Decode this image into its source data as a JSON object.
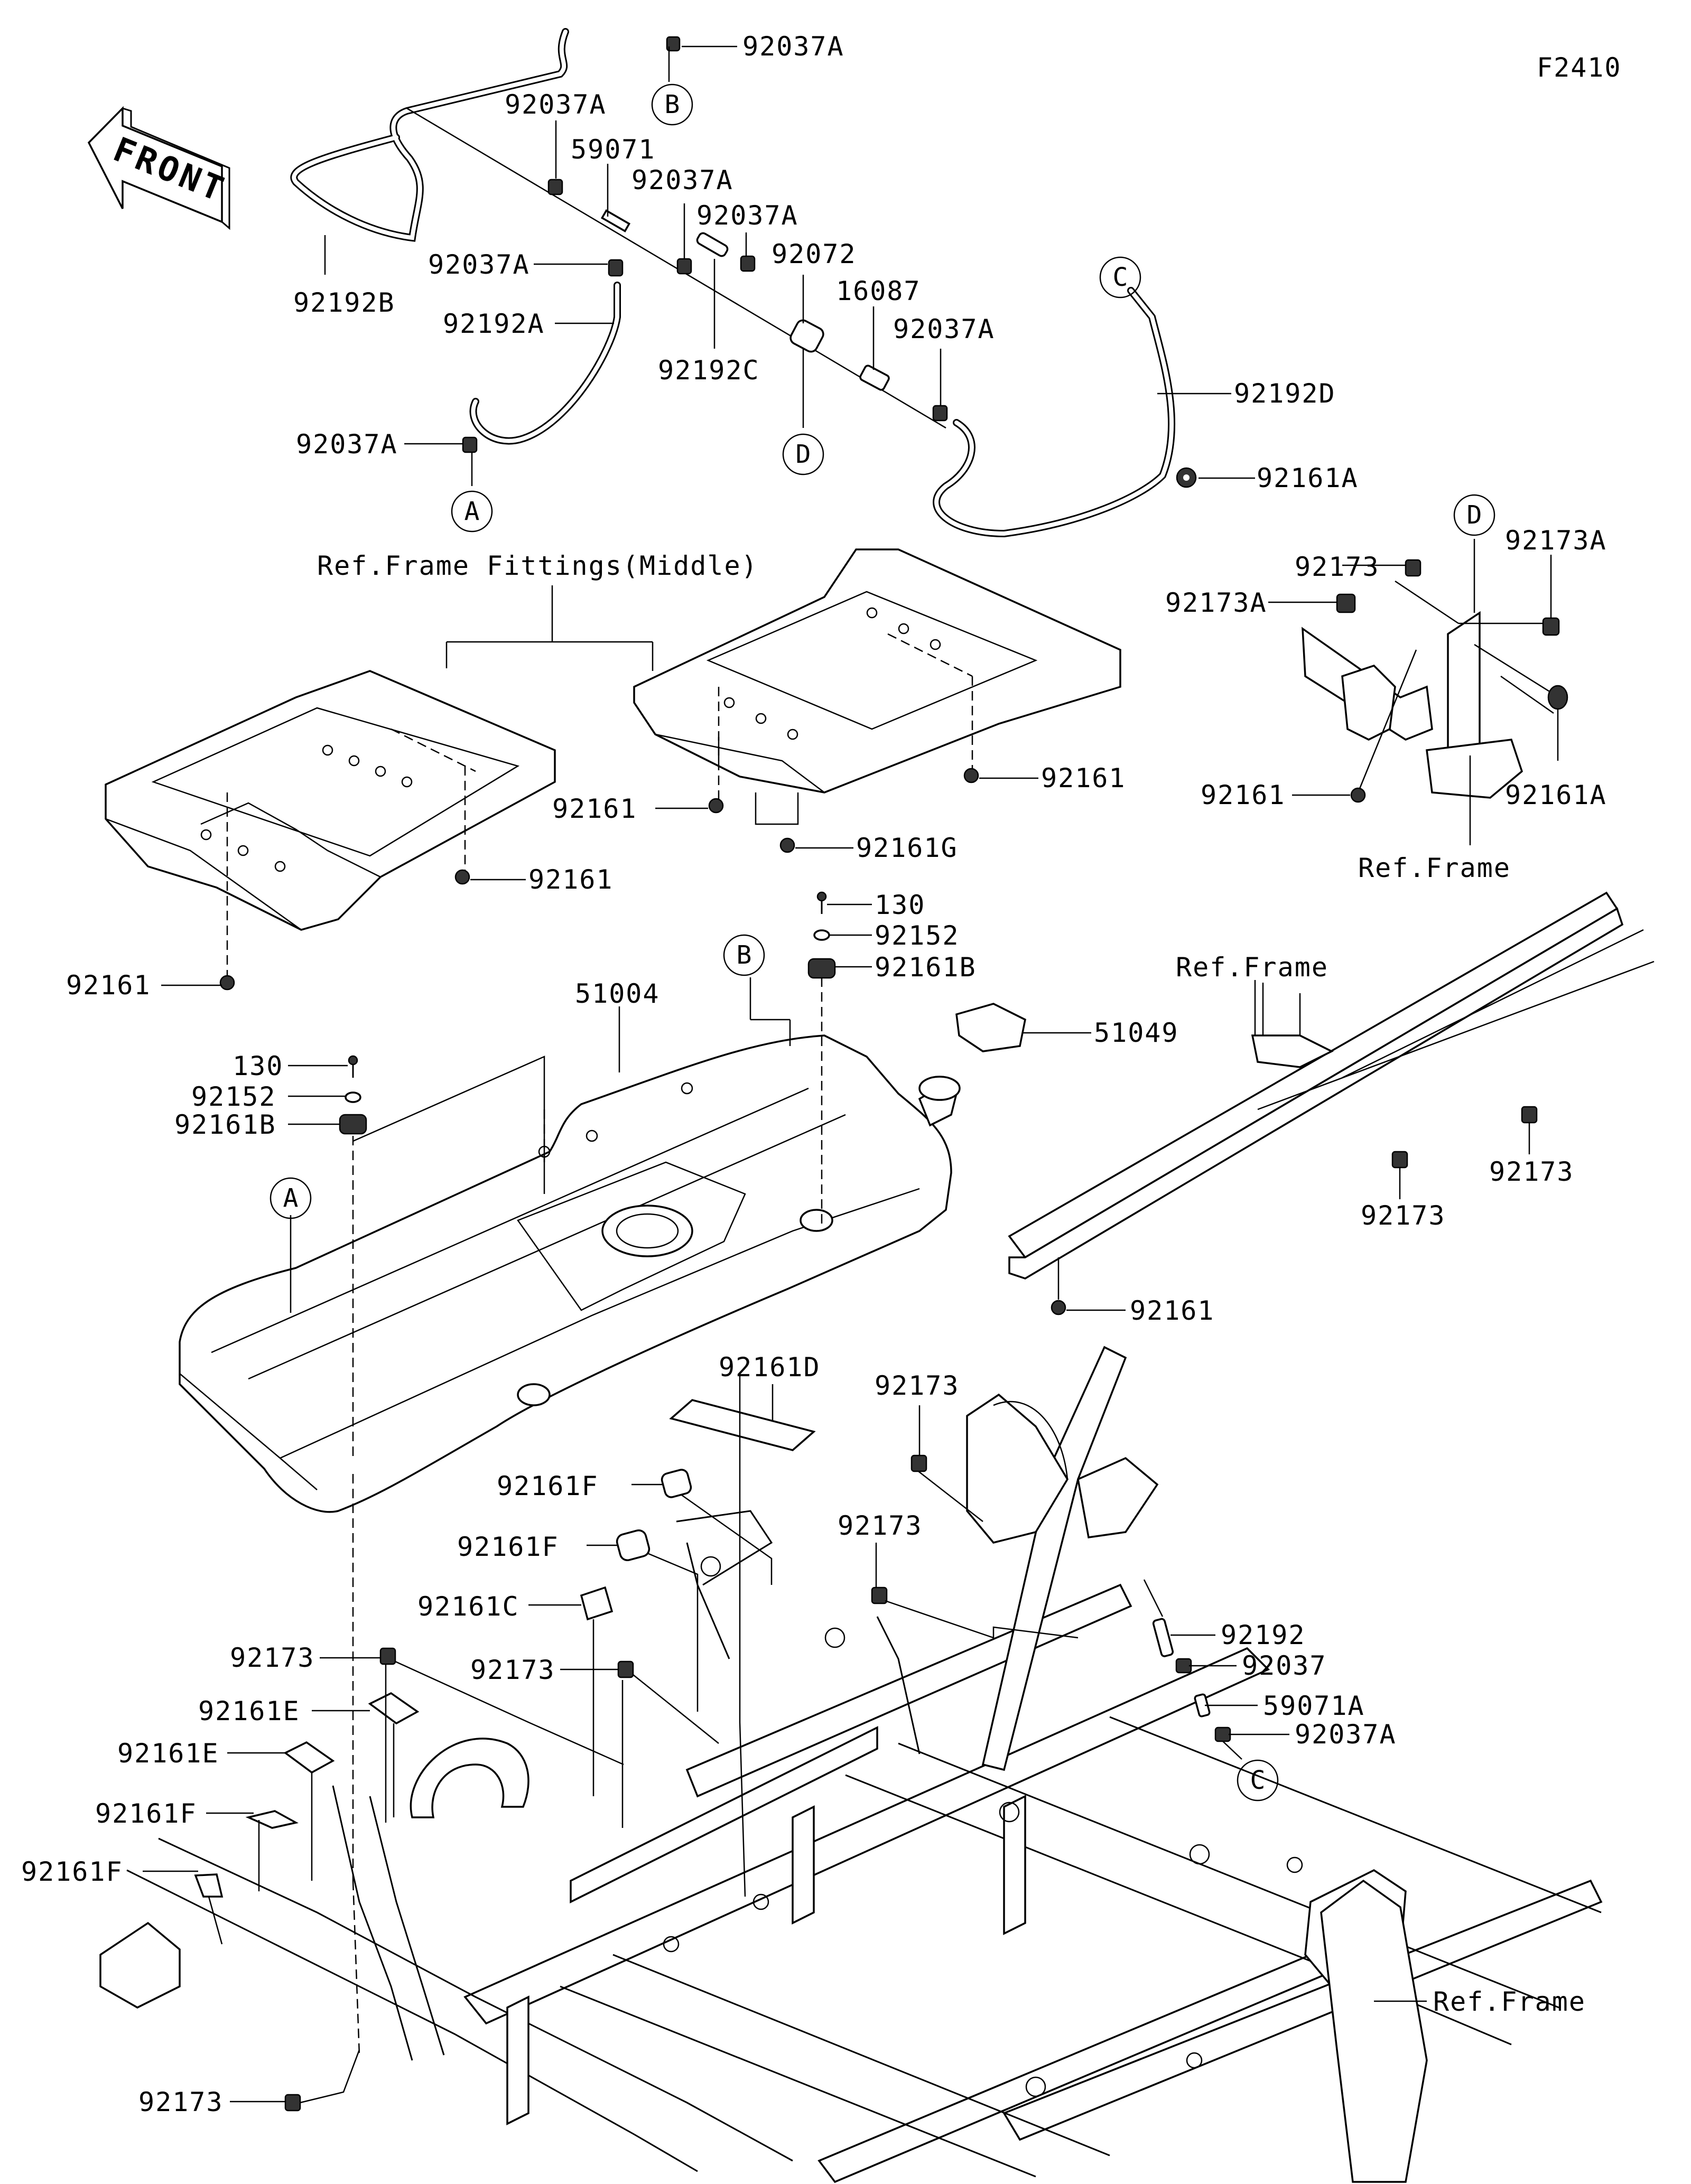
{
  "diagram_code": "F2410",
  "front_arrow": {
    "text": "FRONT"
  },
  "callouts": {
    "A": "A",
    "B": "B",
    "C": "C",
    "D": "D"
  },
  "labels": {
    "l_92037A_top": "92037A",
    "l_92037A_1": "92037A",
    "l_59071": "59071",
    "l_92037A_2": "92037A",
    "l_92037A_3": "92037A",
    "l_92037A_4": "92037A",
    "l_92072": "92072",
    "l_16087": "16087",
    "l_92037A_5": "92037A",
    "l_92192B": "92192B",
    "l_92192A": "92192A",
    "l_92192C": "92192C",
    "l_92037A_6": "92037A",
    "l_92192D": "92192D",
    "l_92161A_1": "92161A",
    "l_ref_frame_fittings": "Ref.Frame Fittings(Middle)",
    "l_92173_r1": "92173",
    "l_92173A_r1": "92173A",
    "l_92173A_r2": "92173A",
    "l_92161_r1": "92161",
    "l_92161A_r2": "92161A",
    "l_ref_frame_1": "Ref.Frame",
    "l_92161_a": "92161",
    "l_92161_b": "92161",
    "l_92161G": "92161G",
    "l_92161_c": "92161",
    "l_92161_d": "92161",
    "l_130_1": "130",
    "l_92152_1": "92152",
    "l_92161B_1": "92161B",
    "l_51004": "51004",
    "l_51049": "51049",
    "l_130_2": "130",
    "l_92152_2": "92152",
    "l_92161B_2": "92161B",
    "l_ref_frame_2": "Ref.Frame",
    "l_92173_r2": "92173",
    "l_92173_r3": "92173",
    "l_92161_r2": "92161",
    "l_92161D": "92161D",
    "l_92173_m1": "92173",
    "l_92161F_1": "92161F",
    "l_92161F_2": "92161F",
    "l_92173_m2": "92173",
    "l_92161C": "92161C",
    "l_92192": "92192",
    "l_92037": "92037",
    "l_59071A": "59071A",
    "l_92037A_b": "92037A",
    "l_92173_l1": "92173",
    "l_92173_l2": "92173",
    "l_92161E_1": "92161E",
    "l_92161E_2": "92161E",
    "l_92161F_3": "92161F",
    "l_92161F_4": "92161F",
    "l_ref_frame_3": "Ref.Frame",
    "l_92173_bot": "92173"
  }
}
